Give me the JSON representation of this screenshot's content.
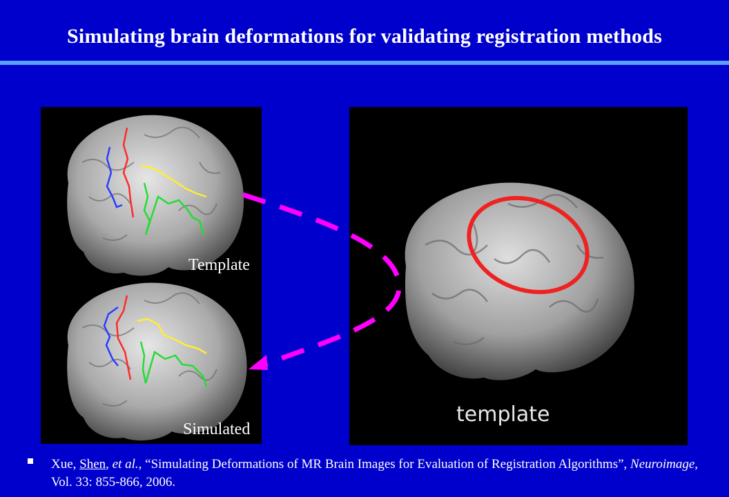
{
  "slide": {
    "title": "Simulating brain deformations for validating registration methods"
  },
  "figure": {
    "label_template": "Template",
    "label_simulated": "Simulated",
    "right_panel_caption": "template",
    "colors": {
      "background": "#0000cc",
      "rule": "#5aa0ff",
      "arrow": "#ff00ff",
      "ellipse": "#ee2222",
      "sulcus_blue": "#2a3cff",
      "sulcus_red": "#ff2a2a",
      "sulcus_yellow": "#ffee33",
      "sulcus_green": "#22dd33"
    }
  },
  "reference": {
    "authors_1": "Xue, ",
    "authors_2": "Shen",
    "authors_3": ", ",
    "et_al": "et al.",
    "title_1": ", “Simulating Deformations of MR Brain Images for Evaluation of Registration Algorithms”, ",
    "journal": "Neuroimage",
    "details": ", Vol. 33: 855-866, 2006."
  }
}
